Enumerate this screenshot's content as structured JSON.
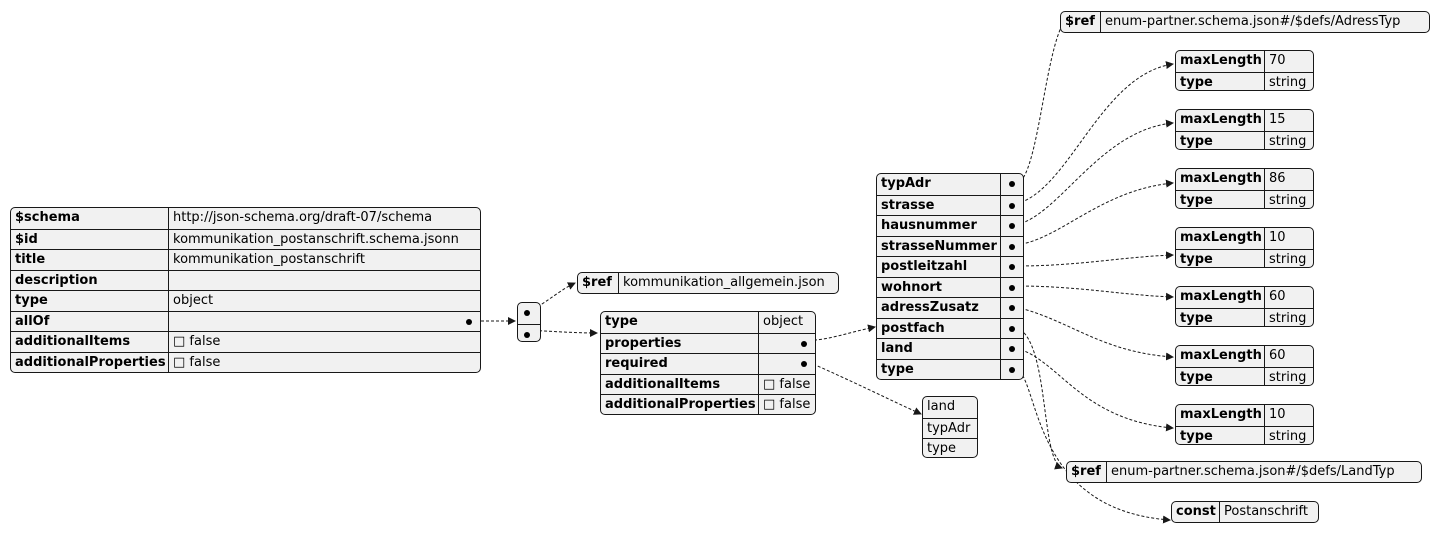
{
  "root": {
    "rows": [
      {
        "key": "$schema",
        "value": "http://json-schema.org/draft-07/schema"
      },
      {
        "key": "$id",
        "value": "kommunikation_postanschrift.schema.jsonn"
      },
      {
        "key": "title",
        "value": "kommunikation_postanschrift"
      },
      {
        "key": "description",
        "value": ""
      },
      {
        "key": "type",
        "value": "object"
      },
      {
        "key": "allOf",
        "value": ""
      },
      {
        "key": "additionalItems",
        "value": "□ false"
      },
      {
        "key": "additionalProperties",
        "value": "□ false"
      }
    ]
  },
  "allof_ref": {
    "key": "$ref",
    "value": "kommunikation_allgemein.json"
  },
  "sub": {
    "rows": [
      {
        "key": "type",
        "value": "object"
      },
      {
        "key": "properties",
        "value": ""
      },
      {
        "key": "required",
        "value": ""
      },
      {
        "key": "additionalItems",
        "value": "□ false"
      },
      {
        "key": "additionalProperties",
        "value": "□ false"
      }
    ]
  },
  "required_list": [
    "land",
    "typAdr",
    "type"
  ],
  "props": [
    "typAdr",
    "strasse",
    "hausnummer",
    "strasseNummer",
    "postleitzahl",
    "wohnort",
    "adressZusatz",
    "postfach",
    "land",
    "type"
  ],
  "ref_adress": {
    "key": "$ref",
    "value": "enum-partner.schema.json#/$defs/AdressTyp"
  },
  "ref_land": {
    "key": "$ref",
    "value": "enum-partner.schema.json#/$defs/LandTyp"
  },
  "const_box": {
    "key": "const",
    "value": "Postanschrift"
  },
  "leaf_boxes": [
    {
      "max_label": "maxLength",
      "max": "70",
      "type_label": "type",
      "type": "string"
    },
    {
      "max_label": "maxLength",
      "max": "15",
      "type_label": "type",
      "type": "string"
    },
    {
      "max_label": "maxLength",
      "max": "86",
      "type_label": "type",
      "type": "string"
    },
    {
      "max_label": "maxLength",
      "max": "10",
      "type_label": "type",
      "type": "string"
    },
    {
      "max_label": "maxLength",
      "max": "60",
      "type_label": "type",
      "type": "string"
    },
    {
      "max_label": "maxLength",
      "max": "60",
      "type_label": "type",
      "type": "string"
    },
    {
      "max_label": "maxLength",
      "max": "10",
      "type_label": "type",
      "type": "string"
    }
  ]
}
